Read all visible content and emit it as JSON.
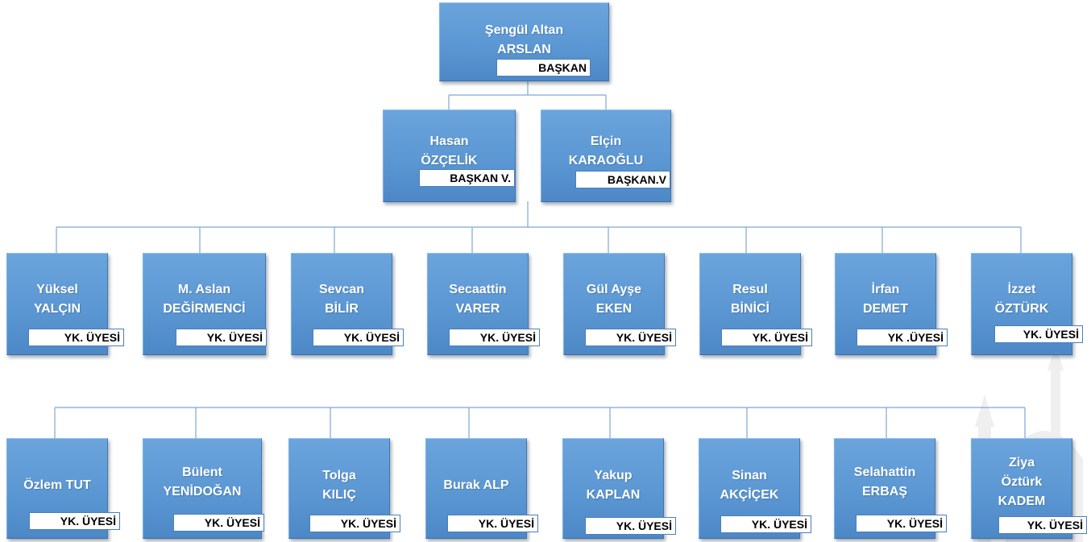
{
  "president": {
    "name_line1": "Şengül Altan",
    "name_line2": "ARSLAN",
    "role": "BAŞKAN"
  },
  "vice_presidents": [
    {
      "name_line1": "Hasan",
      "name_line2": "ÖZÇELİK",
      "role": "BAŞKAN V."
    },
    {
      "name_line1": "Elçin",
      "name_line2": "KARAOĞLU",
      "role": "BAŞKAN.V"
    }
  ],
  "members_row1": [
    {
      "name_line1": "Yüksel",
      "name_line2": "YALÇIN",
      "role": "YK. ÜYESİ"
    },
    {
      "name_line1": "M. Aslan",
      "name_line2": "DEĞİRMENCİ",
      "role": "YK. ÜYESİ"
    },
    {
      "name_line1": "Sevcan",
      "name_line2": "BİLİR",
      "role": "YK. ÜYESİ"
    },
    {
      "name_line1": "Secaattin",
      "name_line2": "VARER",
      "role": "YK. ÜYESİ"
    },
    {
      "name_line1": "Gül Ayşe",
      "name_line2": "EKEN",
      "role": "YK. ÜYESİ"
    },
    {
      "name_line1": "Resul",
      "name_line2": "BİNİCİ",
      "role": "YK. ÜYESİ"
    },
    {
      "name_line1": "İrfan",
      "name_line2": "DEMET",
      "role": "YK .ÜYESİ"
    },
    {
      "name_line1": "İzzet",
      "name_line2": "ÖZTÜRK",
      "role": "YK. ÜYESİ"
    }
  ],
  "members_row2": [
    {
      "name_line1": "Özlem TUT",
      "name_line2": "",
      "role": "YK. ÜYESİ"
    },
    {
      "name_line1": "Bülent",
      "name_line2": "YENİDOĞAN",
      "role": "YK. ÜYESİ"
    },
    {
      "name_line1": "Tolga",
      "name_line2": "KILIÇ",
      "role": "YK. ÜYESİ"
    },
    {
      "name_line1": "Burak ALP",
      "name_line2": "",
      "role": "YK. ÜYESİ"
    },
    {
      "name_line1": "Yakup",
      "name_line2": "KAPLAN",
      "role": "YK. ÜYESİ"
    },
    {
      "name_line1": "Sinan",
      "name_line2": "AKÇİÇEK",
      "role": "YK. ÜYESİ"
    },
    {
      "name_line1": "Selahattin",
      "name_line2": "ERBAŞ",
      "role": "YK. ÜYESİ"
    },
    {
      "name_line1": "Ziya",
      "name_line2": "Öztürk",
      "name_line3": "KADEM",
      "role": "YK. ÜYESİ"
    }
  ],
  "colors": {
    "box": "#5b9bd5",
    "connector": "#7ea6d4",
    "role_label_bg": "#ffffff"
  }
}
